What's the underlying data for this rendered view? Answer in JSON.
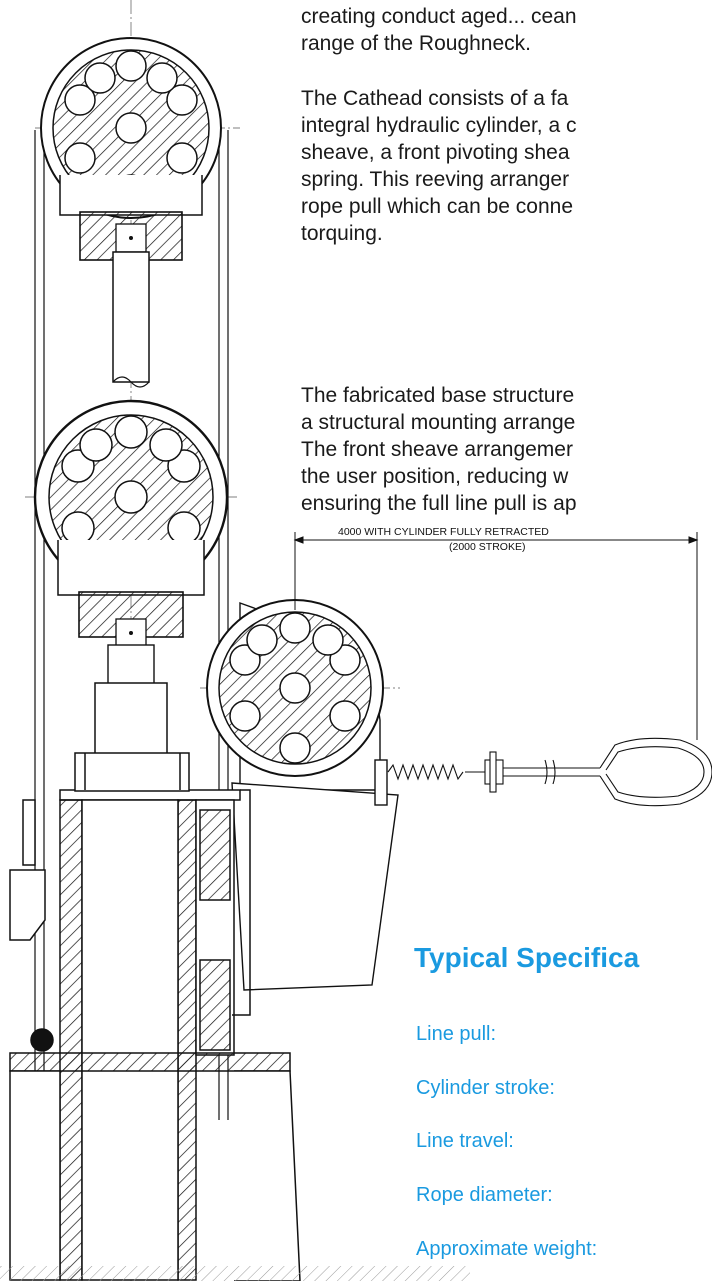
{
  "text_top": [
    "creating conduct aged... cean",
    "range of the Roughneck."
  ],
  "text_cathead": [
    "The Cathead consists of a fa",
    "integral hydraulic cylinder, a c",
    "sheave, a front pivoting shea",
    "spring. This reeving arranger",
    "rope pull which can be conne",
    "torquing."
  ],
  "text_base": [
    "The fabricated base structure",
    "a structural mounting arrange",
    "The front sheave arrangemer",
    "the user position, reducing w",
    "ensuring the full line pull is ap"
  ],
  "dimension": {
    "line1": "4000 WITH CYLINDER FULLY RETRACTED",
    "line2": "(2000 STROKE)"
  },
  "specifications": {
    "title": "Typical Specifica",
    "labels": [
      "Line pull:",
      "Cylinder stroke:",
      "Line travel:",
      "Rope  diameter:",
      "Approximate weight:"
    ]
  },
  "colors": {
    "accent": "#1a9ae0",
    "text": "#1a1a1a",
    "drawing": "#111111"
  }
}
